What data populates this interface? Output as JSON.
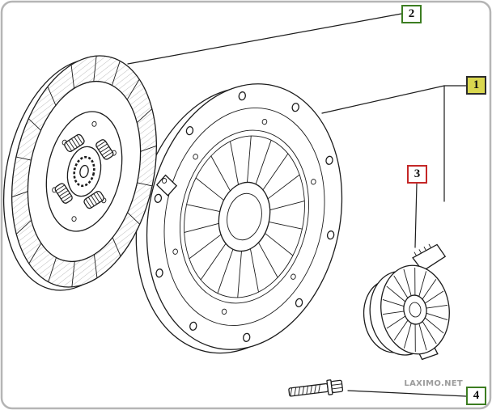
{
  "diagram": {
    "watermark": "LAXIMO.NET",
    "callouts": {
      "c1": {
        "label": "1",
        "color_role": "yellow"
      },
      "c2": {
        "label": "2",
        "color_role": "green"
      },
      "c3": {
        "label": "3",
        "color_role": "red"
      },
      "c4": {
        "label": "4",
        "color_role": "green"
      }
    },
    "colors": {
      "green": "#3c7d21",
      "red": "#c42727",
      "yellow": "#d9d74f",
      "line": "#1c1c1c",
      "frame": "#b5b5b5",
      "watermark_gray": "#9c9c9c"
    }
  }
}
